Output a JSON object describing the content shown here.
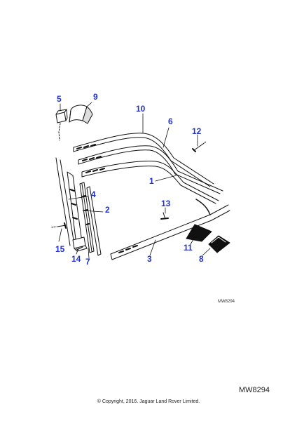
{
  "callouts": {
    "c1": "1",
    "c2": "2",
    "c3": "3",
    "c4": "4",
    "c5": "5",
    "c6": "6",
    "c7": "7",
    "c8": "8",
    "c9": "9",
    "c10": "10",
    "c11": "11",
    "c12": "12",
    "c13": "13",
    "c14": "14",
    "c15": "15"
  },
  "diagram_ref_small": "MW8294",
  "diagram_ref_large": "MW8294",
  "copyright": "© Copyright, 2016. Jaguar Land Rover Limited.",
  "colors": {
    "callout": "#2233cc",
    "line": "#111111"
  }
}
